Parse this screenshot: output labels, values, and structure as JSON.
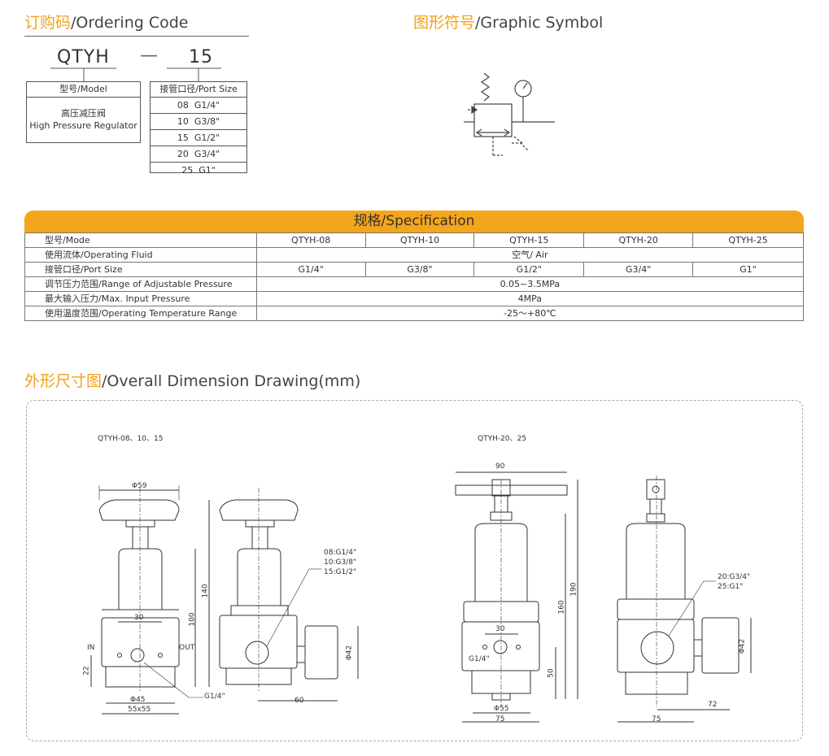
{
  "ordering": {
    "title_cn": "订购码",
    "title_en": "/Ordering Code",
    "code_prefix": "QTYH",
    "code_dash": "—",
    "code_size": "15",
    "model_header": "型号/Model",
    "model_name_cn": "高压减压阀",
    "model_name_en": "High Pressure Regulator",
    "port_header": "接管口径/Port Size",
    "ports": [
      "08  G1/4\"",
      "10  G3/8\"",
      "15  G1/2\"",
      "20  G3/4\"",
      "25  G1\""
    ]
  },
  "graphic": {
    "title_cn": "图形符号",
    "title_en": "/Graphic Symbol"
  },
  "spec": {
    "title": "规格/Specification",
    "rows": {
      "model_label": "型号/Mode",
      "models": [
        "QTYH-08",
        "QTYH-10",
        "QTYH-15",
        "QTYH-20",
        "QTYH-25"
      ],
      "fluid_label": "使用流体/Operating Fluid",
      "fluid_value": "空气/  Air",
      "port_label": "接管口径/Port Size",
      "ports": [
        "G1/4\"",
        "G3/8\"",
        "G1/2\"",
        "G3/4\"",
        "G1\""
      ],
      "range_label": "调节压力范围/Range of Adjustable Pressure",
      "range_value": "0.05~3.5MPa",
      "input_label": "最大输入压力/Max. Input Pressure",
      "input_value": "4MPa",
      "temp_label": "使用温度范围/Operating Temperature Range",
      "temp_value": "-25～+80℃"
    }
  },
  "drawing": {
    "title_cn": "外形尺寸图",
    "title_en": "/Overall Dimension Drawing(mm)",
    "small": {
      "label": "QTYH-08、10、15",
      "d59": "Φ59",
      "d140": "140",
      "d100": "100",
      "d30": "30",
      "in": "IN",
      "out": "OUT",
      "d22": "22",
      "d45": "Φ45",
      "d55": "55x55",
      "g14": "G1/4\"",
      "d60": "60",
      "d42": "Φ42",
      "ports": [
        "08:G1/4\"",
        "10:G3/8\"",
        "15:G1/2\""
      ]
    },
    "large": {
      "label": "QTYH-20、25",
      "d90": "90",
      "d190": "190",
      "d160": "160",
      "d30": "30",
      "g14": "G1/4\"",
      "d50": "50",
      "d55": "Φ55",
      "d75a": "75",
      "d75b": "75",
      "d72": "72",
      "d42": "Φ42",
      "ports": [
        "20:G3/4\"",
        "25:G1\""
      ]
    }
  },
  "colors": {
    "accent": "#f4a51b",
    "title_cn": "#f2a21d",
    "line": "#555555"
  }
}
